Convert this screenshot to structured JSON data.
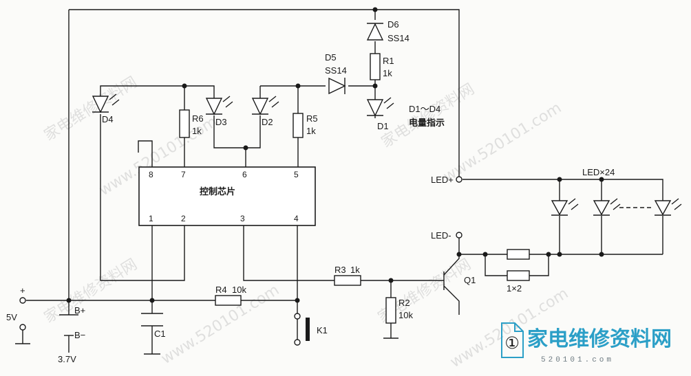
{
  "labels": {
    "d6": "D6",
    "d6_type": "SS14",
    "d5": "D5",
    "d5_type": "SS14",
    "r1": "R1",
    "r1_val": "1k",
    "d1": "D1",
    "d1_d4": "D1～D4",
    "battery_indicator": "电量指示",
    "d2": "D2",
    "d3": "D3",
    "d4": "D4",
    "r5": "R5",
    "r5_val": "1k",
    "r6": "R6",
    "r6_val": "1k",
    "chip": "控制芯片",
    "pin1": "1",
    "pin2": "2",
    "pin3": "3",
    "pin4": "4",
    "pin5": "5",
    "pin6": "6",
    "pin7": "7",
    "pin8": "8",
    "led_plus": "LED+",
    "led_minus": "LED-",
    "led_array": "LED×24",
    "q1": "Q1",
    "res_pair": "1×2",
    "r3": "R3",
    "r3_val": "1k",
    "r4": "R4",
    "r4_val": "10k",
    "r2": "R2",
    "r2_val": "10k",
    "plus": "+",
    "v5": "5V",
    "b_plus": "B+",
    "b_minus": "B−",
    "v37": "3.7V",
    "c1": "C1",
    "k1": "K1",
    "figure_num": "①"
  },
  "watermarks": {
    "cn": "家电维修资料网",
    "url": "www.520101.com"
  },
  "logo": {
    "cn": "家电维修资料网",
    "url": "520101.com"
  }
}
